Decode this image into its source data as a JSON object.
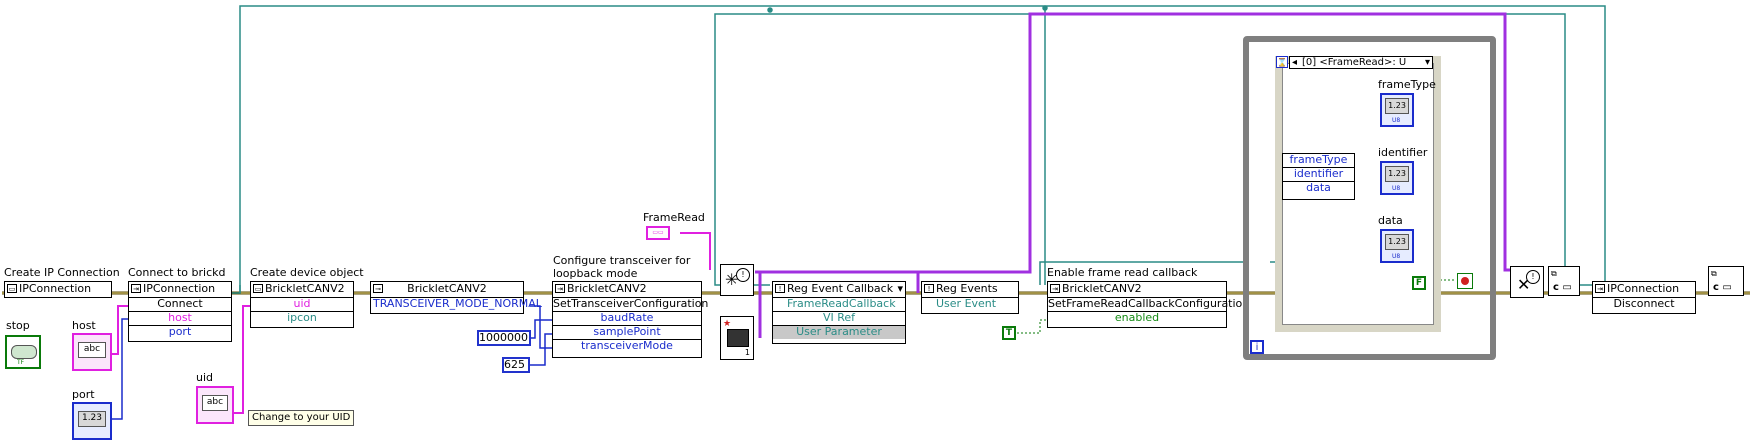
{
  "labels": {
    "create_ip": "Create IP Connection",
    "connect_brickd": "Connect to brickd",
    "create_device": "Create device object",
    "configure_line1": "Configure transceiver for",
    "configure_line2": "loopback mode",
    "enable_frame": "Enable frame read callback",
    "frameread": "FrameRead",
    "stop": "stop",
    "host": "host",
    "port": "port",
    "uid": "uid",
    "frame_type": "frameType",
    "identifier": "identifier",
    "data": "data"
  },
  "tooltip": {
    "uid_hint": "Change to your UID"
  },
  "nodes": {
    "ipcon_create": {
      "header": "IPConnection"
    },
    "ipcon_connect": {
      "header": "IPConnection",
      "method": "Connect",
      "params": [
        "host",
        "port"
      ]
    },
    "can_create": {
      "header": "BrickletCANV2",
      "params": [
        "uid",
        "ipcon"
      ]
    },
    "can_ref": {
      "header": "BrickletCANV2",
      "enum": "TRANSCEIVER_MODE_NORMAL"
    },
    "can_config": {
      "header": "BrickletCANV2",
      "method": "SetTransceiverConfiguration",
      "params": [
        "baudRate",
        "samplePoint",
        "transceiverMode"
      ]
    },
    "reg_callback": {
      "header": "Reg Event Callback",
      "items": [
        "FrameReadCallback",
        "VI Ref",
        "User Parameter"
      ]
    },
    "reg_events": {
      "header": "Reg Events",
      "item": "User Event"
    },
    "can_enable": {
      "header": "BrickletCANV2",
      "method": "SetFrameReadCallbackConfiguration",
      "params": [
        "enabled"
      ]
    },
    "ipcon_disconnect": {
      "header": "IPConnection",
      "method": "Disconnect"
    }
  },
  "constants": {
    "baud": "1000000",
    "sample": "625"
  },
  "booleans": {
    "true_const": "T",
    "false_const": "F"
  },
  "event_case": {
    "selector": "[0] <FrameRead>: U",
    "unbundle": [
      "frameType",
      "identifier",
      "data"
    ]
  },
  "indicator_type": "1.23",
  "indicator_sub": "U8",
  "control_text": "abc",
  "loop_index": "i",
  "colors": {
    "refwire": "#2a8c86",
    "stringwire": "#e020e0",
    "intwire": "#1a2ccc",
    "boolwire": "#0a7a0a",
    "errorwire": "#c9b000",
    "loopframe": "#7f7f7f",
    "eventwire": "#a030e0"
  }
}
